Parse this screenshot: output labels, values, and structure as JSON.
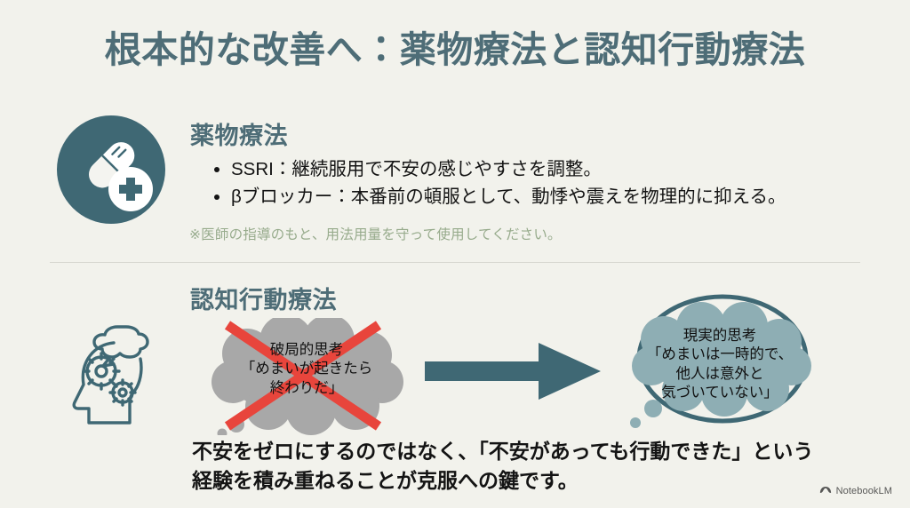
{
  "slide": {
    "title": "根本的な改善へ：薬物療法と認知行動療法",
    "background_color": "#f2f2ec",
    "accent_color": "#4e6d77"
  },
  "section_medication": {
    "icon_name": "pill-cross-icon",
    "heading": "薬物療法",
    "bullets": [
      "SSRI：継続服用で不安の感じやすさを調整。",
      "βブロッカー：本番前の頓服として、動悸や震えを物理的に抑える。"
    ],
    "disclaimer": "※医師の指導のもと、用法用量を守って使用してください。",
    "disclaimer_color": "#97ab8c"
  },
  "section_cbt": {
    "icon_name": "head-gears-thought-icon",
    "heading": "認知行動療法",
    "negative_bubble": {
      "lines": [
        "破局的思考",
        "「めまいが起きたら",
        "終わりだ」"
      ],
      "fill_color": "#a8a8a8",
      "crossed_out": true,
      "cross_color": "#e8453c"
    },
    "arrow": {
      "icon_name": "arrow-right-icon",
      "color": "#3f6874"
    },
    "positive_bubble": {
      "lines": [
        "現実的思考",
        "「めまいは一時的で、",
        "他人は意外と",
        "気づいていない」"
      ],
      "fill_color": "#8eaeb4",
      "ring_color": "#3f6874"
    },
    "closing_lines": [
      "不安をゼロにするのではなく、「不安があっても行動できた」という",
      "経験を積み重ねることが克服への鍵です。"
    ]
  },
  "watermark": {
    "icon_name": "notebooklm-logo-icon",
    "label": "NotebookLM"
  }
}
